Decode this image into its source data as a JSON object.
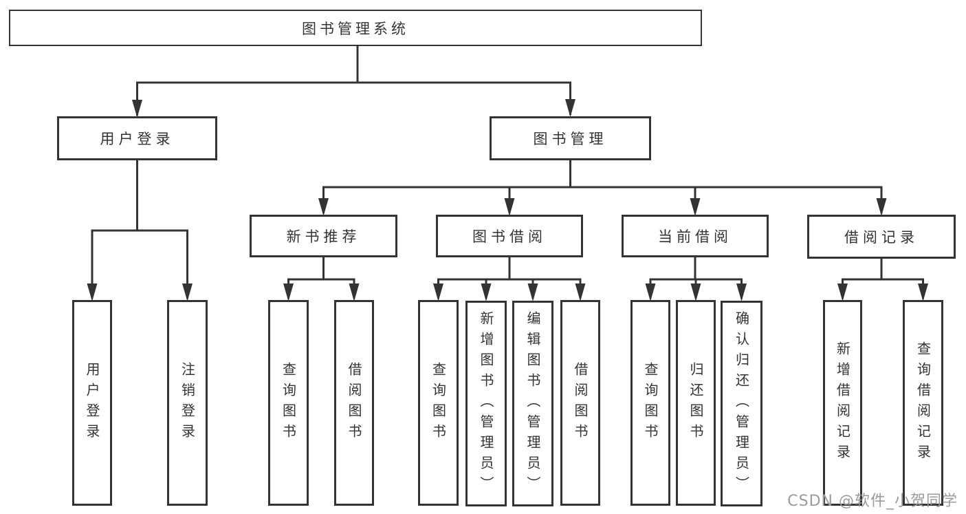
{
  "diagram_type": "hierarchy-tree",
  "tree": {
    "label": "图书管理系统",
    "children": [
      {
        "label": "用户登录",
        "children": [
          {
            "label": "用户登录"
          },
          {
            "label": "注销登录"
          }
        ]
      },
      {
        "label": "图书管理",
        "children": [
          {
            "label": "新书推荐",
            "children": [
              {
                "label": "查询图书"
              },
              {
                "label": "借阅图书"
              }
            ]
          },
          {
            "label": "图书借阅",
            "children": [
              {
                "label": "查询图书"
              },
              {
                "label": "新增图书（管理员）"
              },
              {
                "label": "编辑图书（管理员）"
              },
              {
                "label": "借阅图书"
              }
            ]
          },
          {
            "label": "当前借阅",
            "children": [
              {
                "label": "查询图书"
              },
              {
                "label": "归还图书"
              },
              {
                "label": "确认归还（管理员）"
              }
            ]
          },
          {
            "label": "借阅记录",
            "children": [
              {
                "label": "新增借阅记录"
              },
              {
                "label": "查询借阅记录"
              }
            ]
          }
        ]
      }
    ]
  },
  "watermark": {
    "text": "CSDN @软件_小贺同学"
  },
  "colors": {
    "line": "#333333",
    "text": "#333333",
    "background": "#ffffff",
    "watermark": "#9b9b9b"
  }
}
